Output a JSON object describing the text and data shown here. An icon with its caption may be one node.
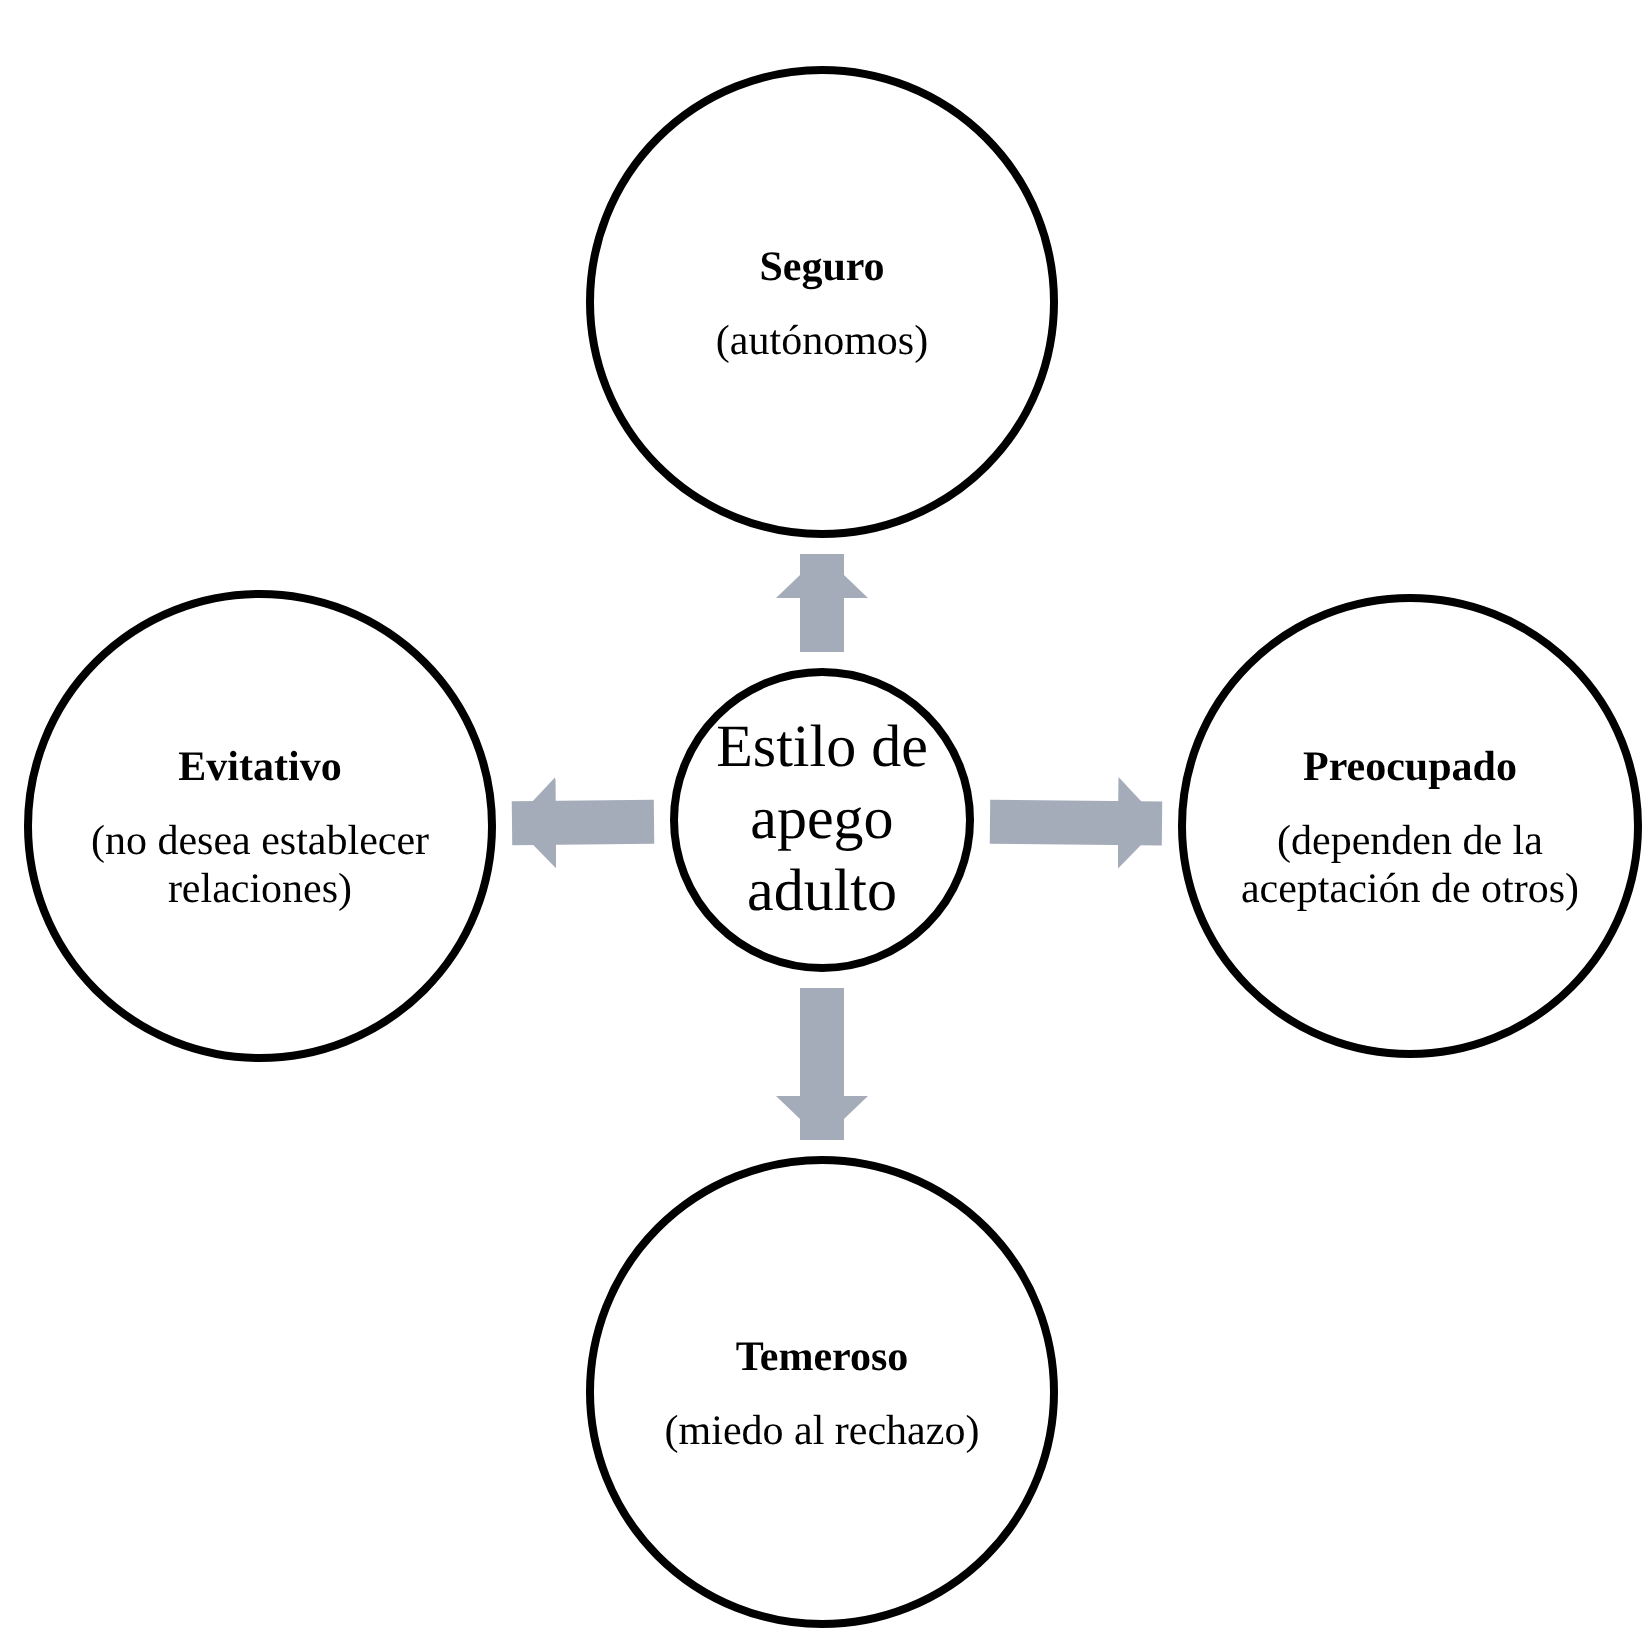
{
  "diagram": {
    "nodes": [
      {
        "text": [
          "Seguro",
          "(autónomos)"
        ]
      },
      {
        "text": [
          "Evitativo",
          "(no desea establecer relaciones)"
        ]
      },
      {
        "text": [
          "Estilo de apego adulto"
        ]
      },
      {
        "text": [
          "Preocupado",
          "(dependen de la aceptación de otros)"
        ]
      },
      {
        "text": [
          "Temeroso",
          "(miedo al rechazo)"
        ]
      }
    ],
    "edges": [
      {
        "from": 2,
        "to": 0,
        "arrow": "to"
      },
      {
        "from": 2,
        "to": 1,
        "arrow": "to"
      },
      {
        "from": 2,
        "to": 3,
        "arrow": "to"
      },
      {
        "from": 2,
        "to": 4,
        "arrow": "to"
      }
    ]
  }
}
